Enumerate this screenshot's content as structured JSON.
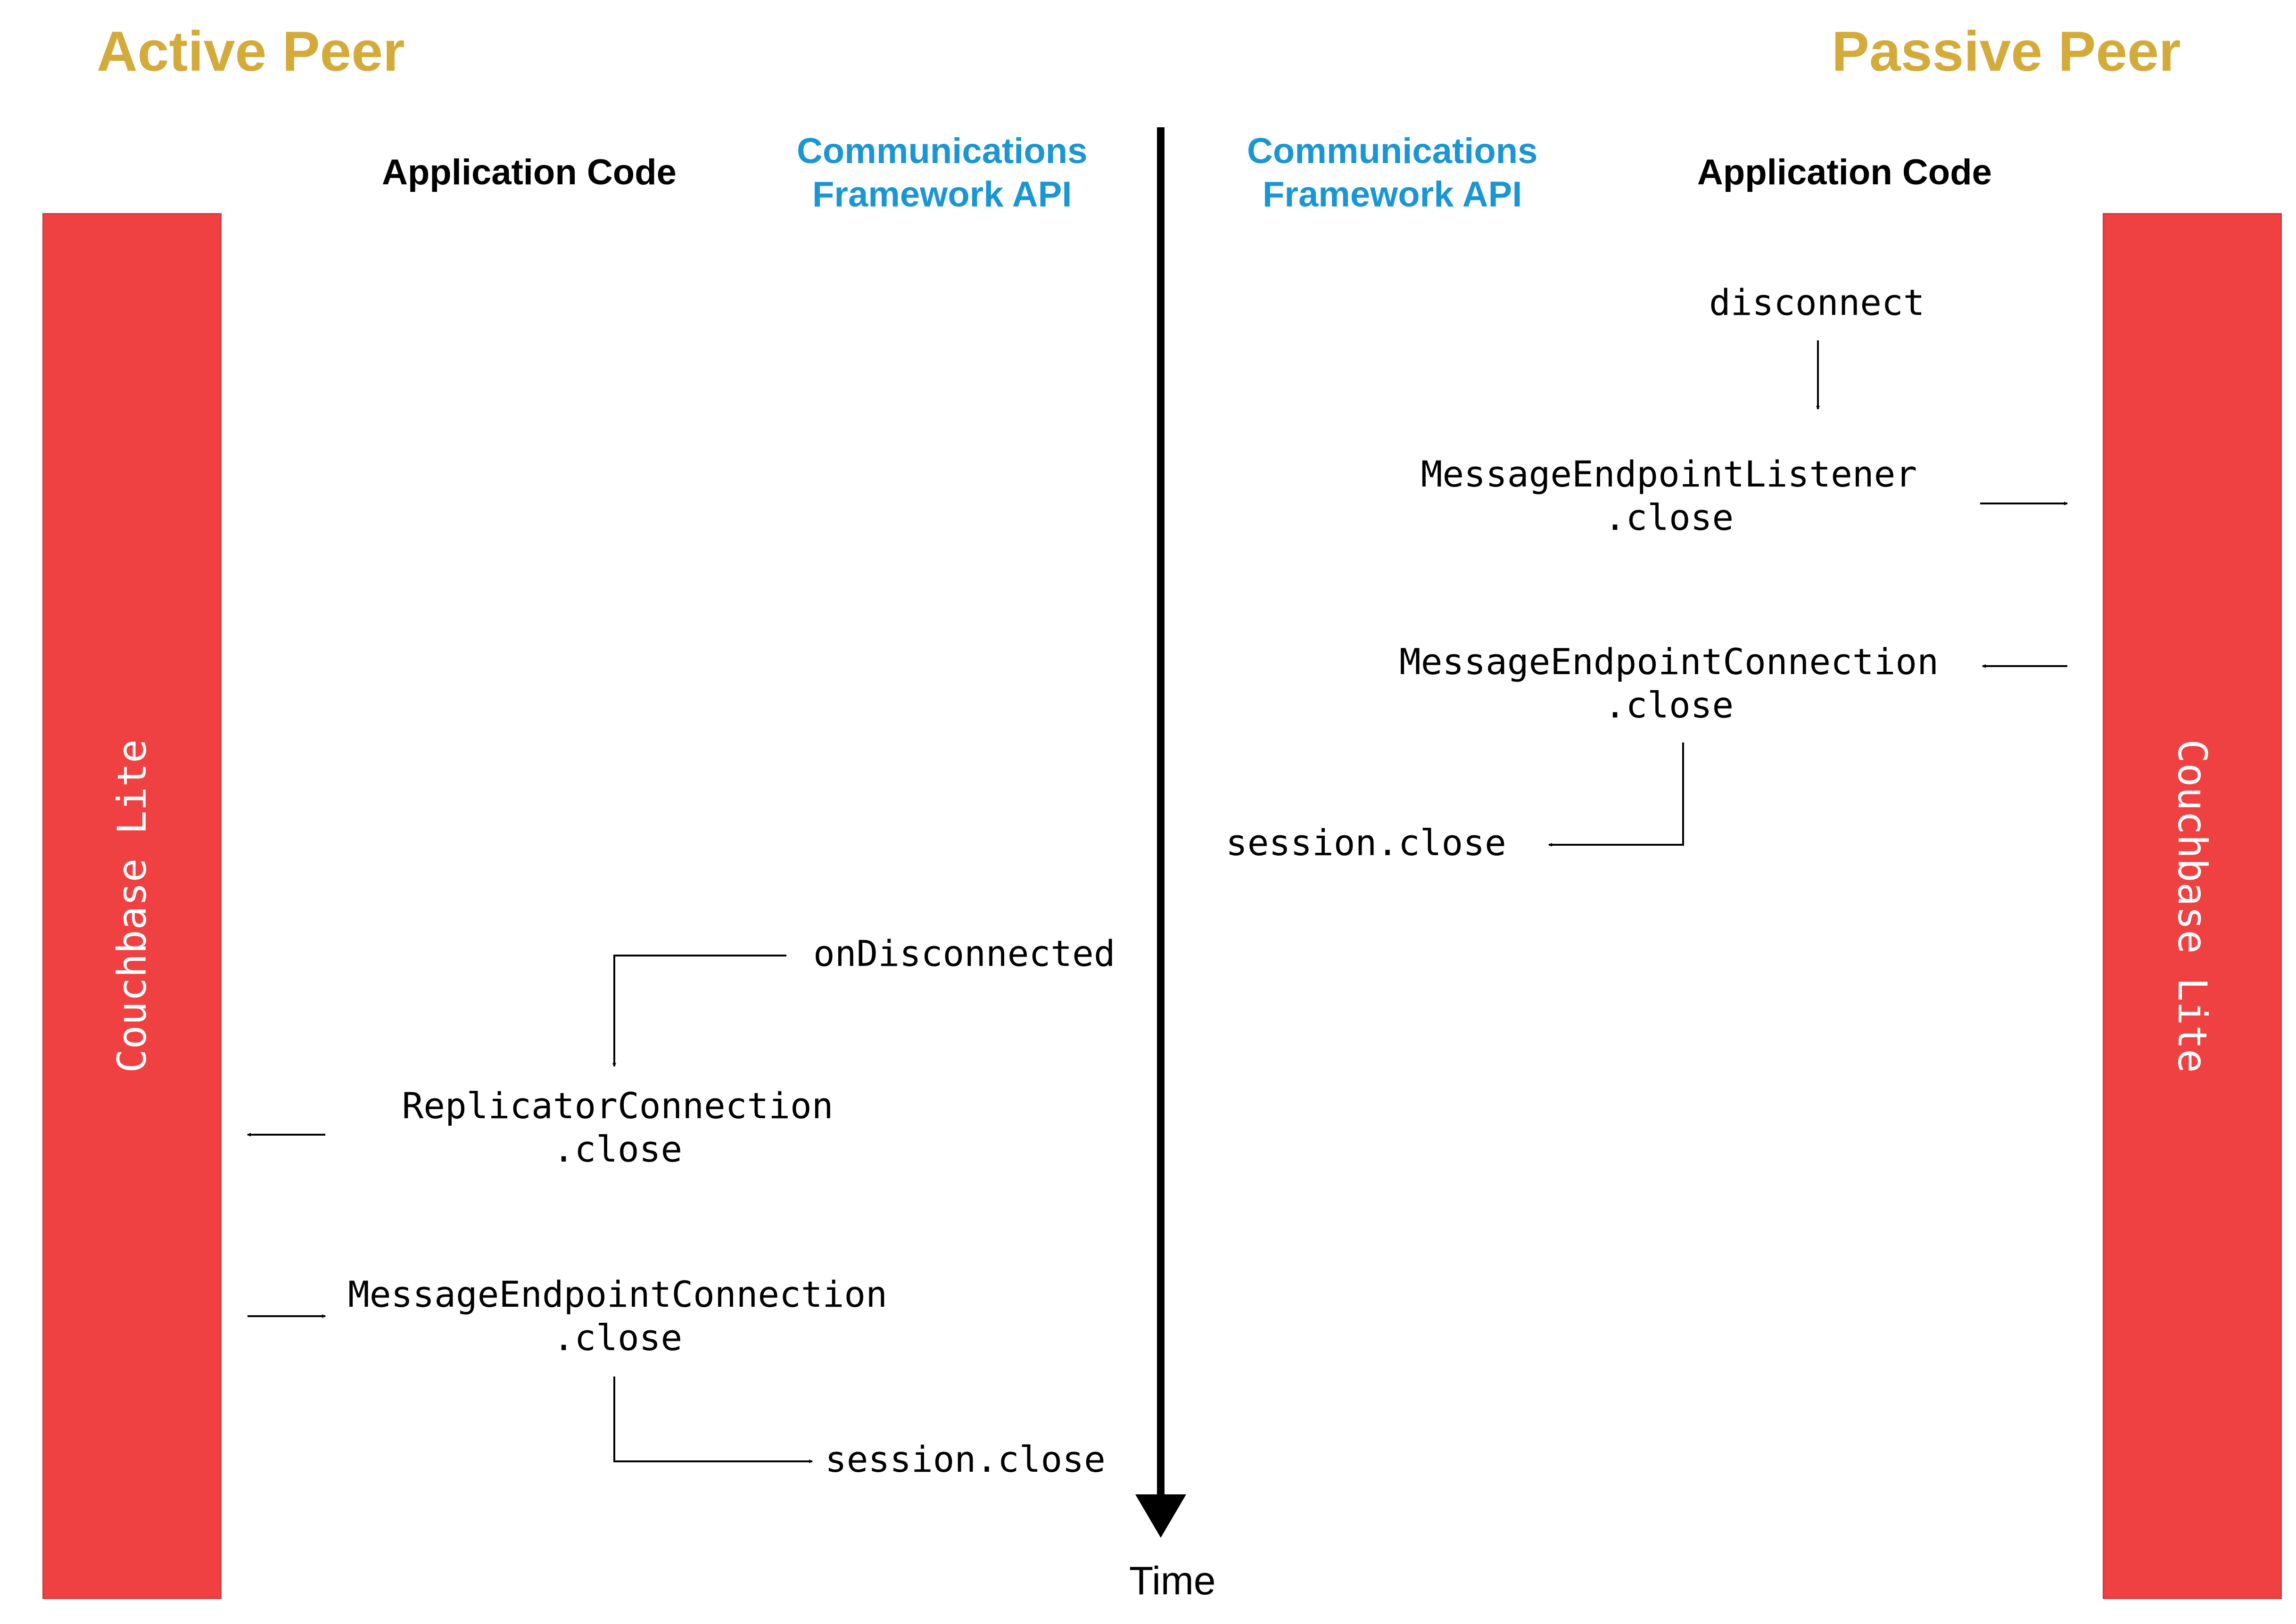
{
  "peers": {
    "active": {
      "title": "Active Peer"
    },
    "passive": {
      "title": "Passive Peer"
    }
  },
  "columns": {
    "left_app": "Application Code",
    "left_comm": "Communications\nFramework API",
    "right_comm": "Communications\nFramework API",
    "right_app": "Application Code"
  },
  "couchbase": {
    "left_label": "Couchbase Lite",
    "right_label": "Couchbase Lite"
  },
  "passive_flow": {
    "disconnect": "disconnect",
    "listener_close": "MessageEndpointListener\n.close",
    "connection_close": "MessageEndpointConnection\n.close",
    "session_close": "session.close"
  },
  "active_flow": {
    "on_disconnected": "onDisconnected",
    "replicator_close": "ReplicatorConnection\n.close",
    "connection_close": "MessageEndpointConnection\n.close",
    "session_close": "session.close"
  },
  "timeline": {
    "label": "Time"
  }
}
